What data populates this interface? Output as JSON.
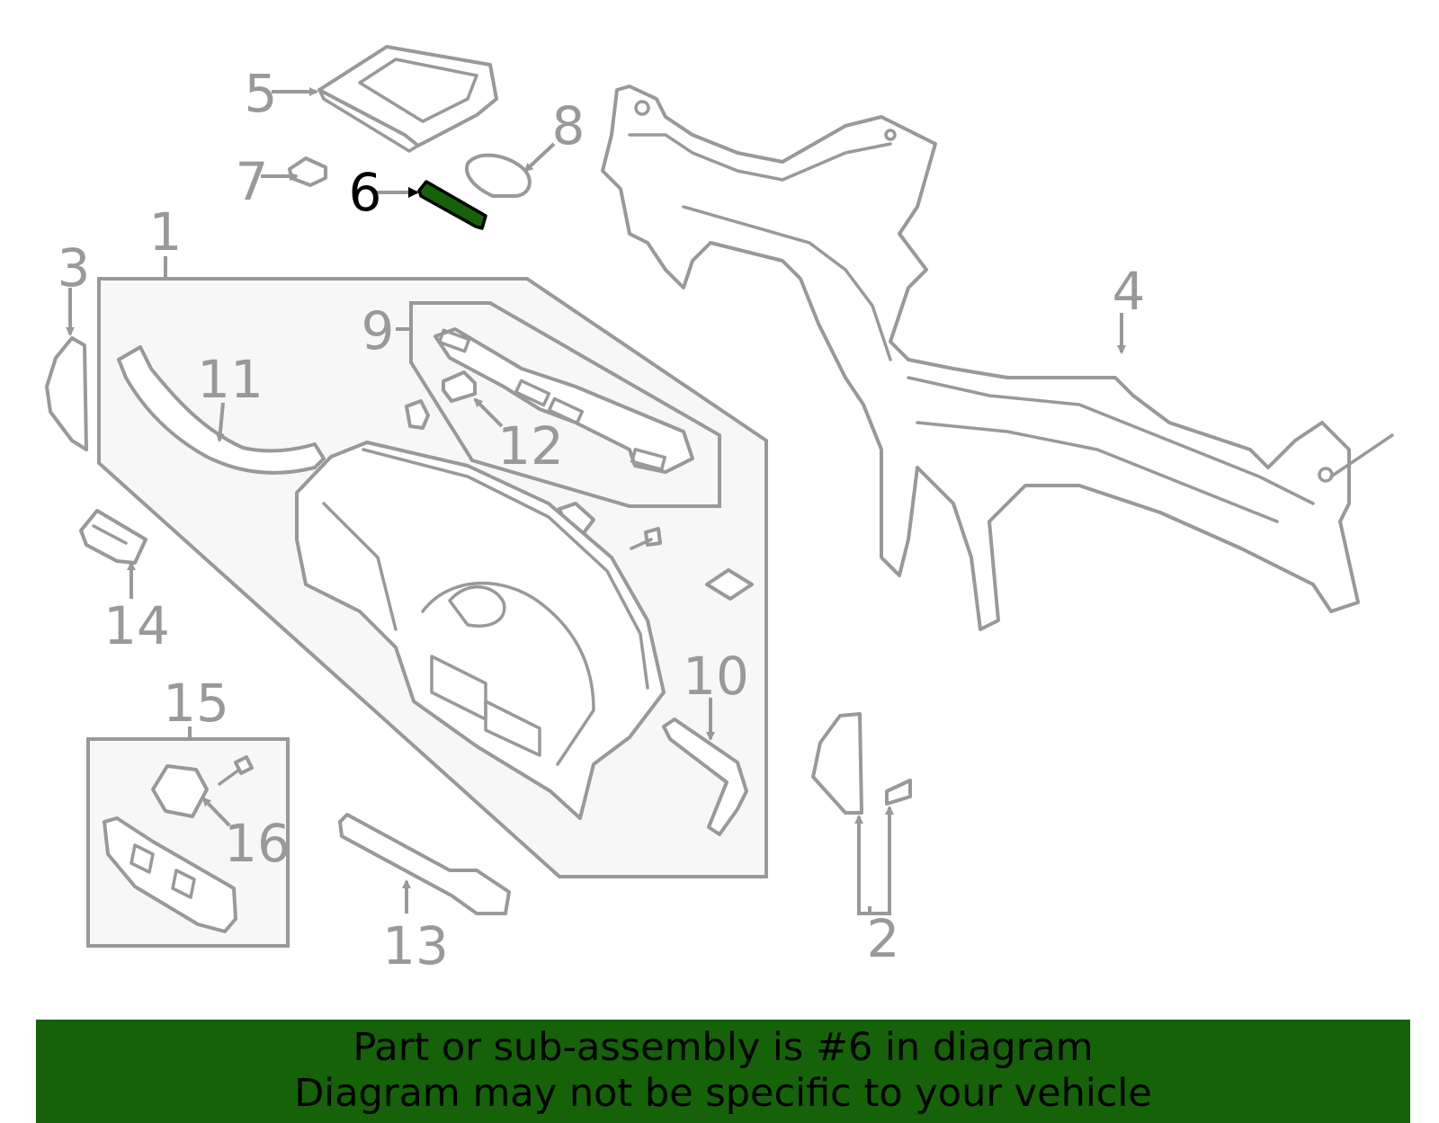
{
  "diagram": {
    "callouts": [
      "1",
      "2",
      "3",
      "4",
      "5",
      "6",
      "7",
      "8",
      "9",
      "10",
      "11",
      "12",
      "13",
      "14",
      "15",
      "16"
    ],
    "highlighted_part": "6",
    "colors": {
      "highlight": "#156208",
      "line": "#999999",
      "panel": "#f7f7f7"
    }
  },
  "banner": {
    "line1": "Part or sub-assembly is #6 in diagram",
    "line2": "Diagram may not be specific to your vehicle"
  }
}
